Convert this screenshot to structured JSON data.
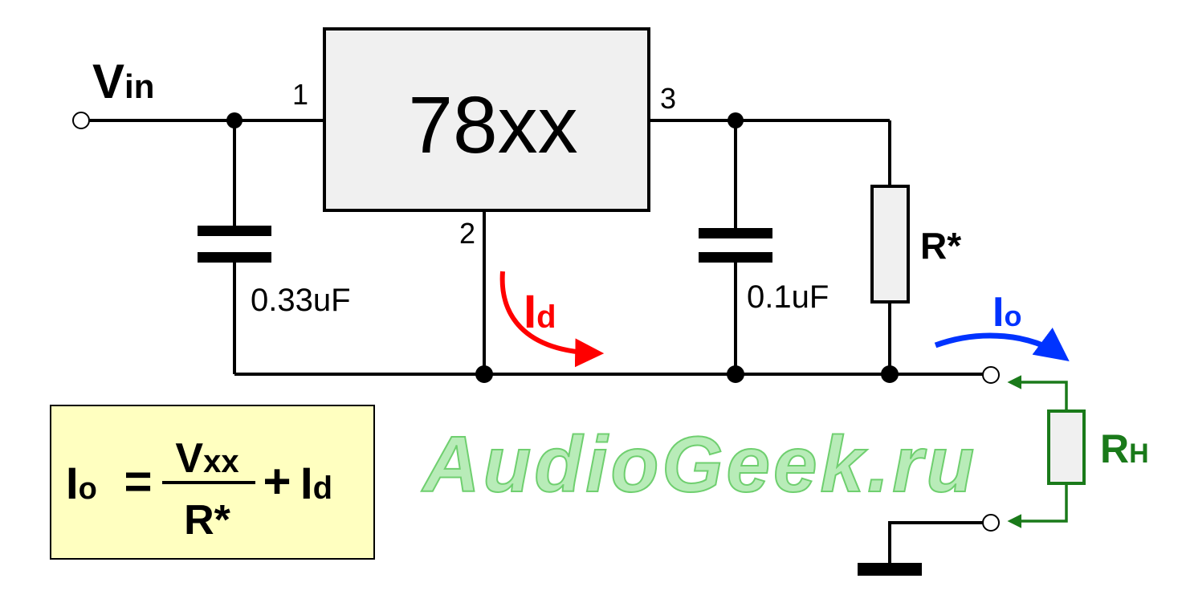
{
  "regulator": {
    "name": "78xx",
    "pin1": "1",
    "pin2": "2",
    "pin3": "3"
  },
  "input": {
    "label_main": "V",
    "label_sub": "in"
  },
  "capacitors": {
    "input_value": "0.33uF",
    "output_value": "0.1uF"
  },
  "resistors": {
    "set_label": "R*",
    "load_main": "R",
    "load_sub": "H"
  },
  "currents": {
    "quiescent_main": "I",
    "quiescent_sub": "d",
    "output_main": "I",
    "output_sub": "o"
  },
  "formula": {
    "lhs_main": "I",
    "lhs_sub": "o",
    "equals": "=",
    "numerator_main": "V",
    "numerator_sub": "xx",
    "denominator": "R*",
    "plus": "+",
    "rhs_main": "I",
    "rhs_sub": "d"
  },
  "watermark": "AudioGeek.ru",
  "colors": {
    "wire": "#000000",
    "regulator_fill": "#f0f0f0",
    "formula_box": "#ffffc0",
    "quiescent_current": "#ff0000",
    "output_current": "#0033ff",
    "load": "#1a7a1a",
    "watermark": "#b8ecb8",
    "watermark_stroke": "#6fcf6f",
    "resistor_fill": "#f0f0f0"
  }
}
